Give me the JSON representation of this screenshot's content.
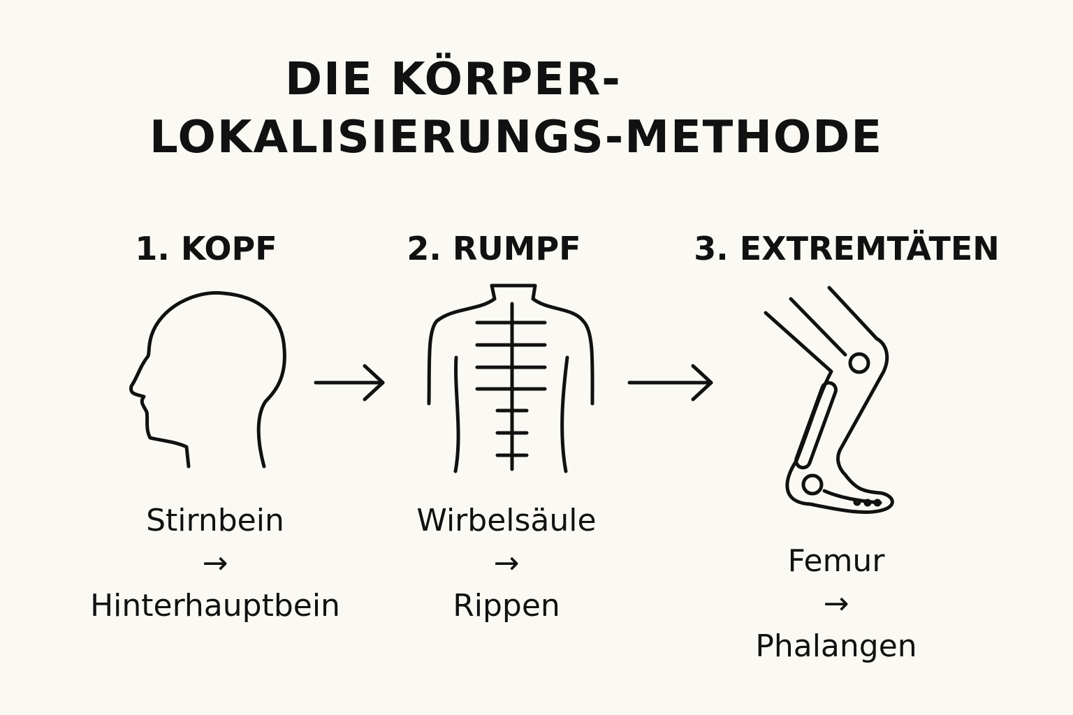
{
  "title": {
    "line1": "DIE KÖRPER-",
    "line2": "LOKALISIERUNGS-METHODE"
  },
  "steps": [
    {
      "heading": "1. KOPF",
      "icon": "head-profile-icon",
      "from": "Stirnbein",
      "arrow": "→",
      "to": "Hinterhauptbein"
    },
    {
      "heading": "2. RUMPF",
      "icon": "torso-spine-icon",
      "from": "Wirbelsäule",
      "arrow": "→",
      "to": "Rippen"
    },
    {
      "heading": "3. EXTREMTÄTEN",
      "icon": "leg-skeleton-icon",
      "from": "Femur",
      "arrow": "→",
      "to": "Phalangen"
    }
  ],
  "connector_icon": "arrow-right-icon",
  "colors": {
    "background": "#fbf9f3",
    "ink": "#111111"
  }
}
